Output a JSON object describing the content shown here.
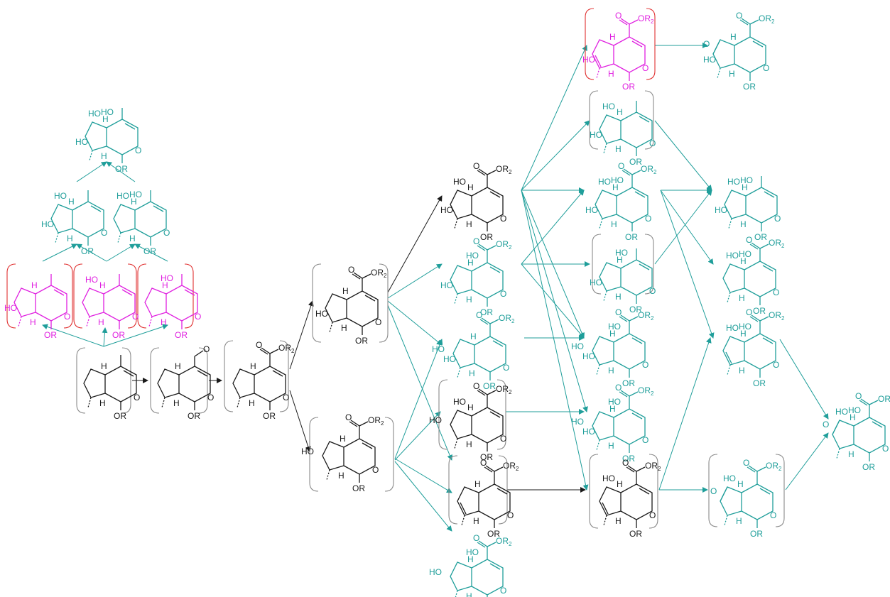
{
  "colors": {
    "black": "#1a1a1a",
    "teal": "#1f9e9a",
    "magenta": "#e020e0",
    "bracket_gray": "#8a8a8a",
    "bracket_red": "#e03030"
  },
  "labels": {
    "or": "OR",
    "or2": "OR",
    "r_sub": "2",
    "ho": "HO",
    "h": "H"
  }
}
